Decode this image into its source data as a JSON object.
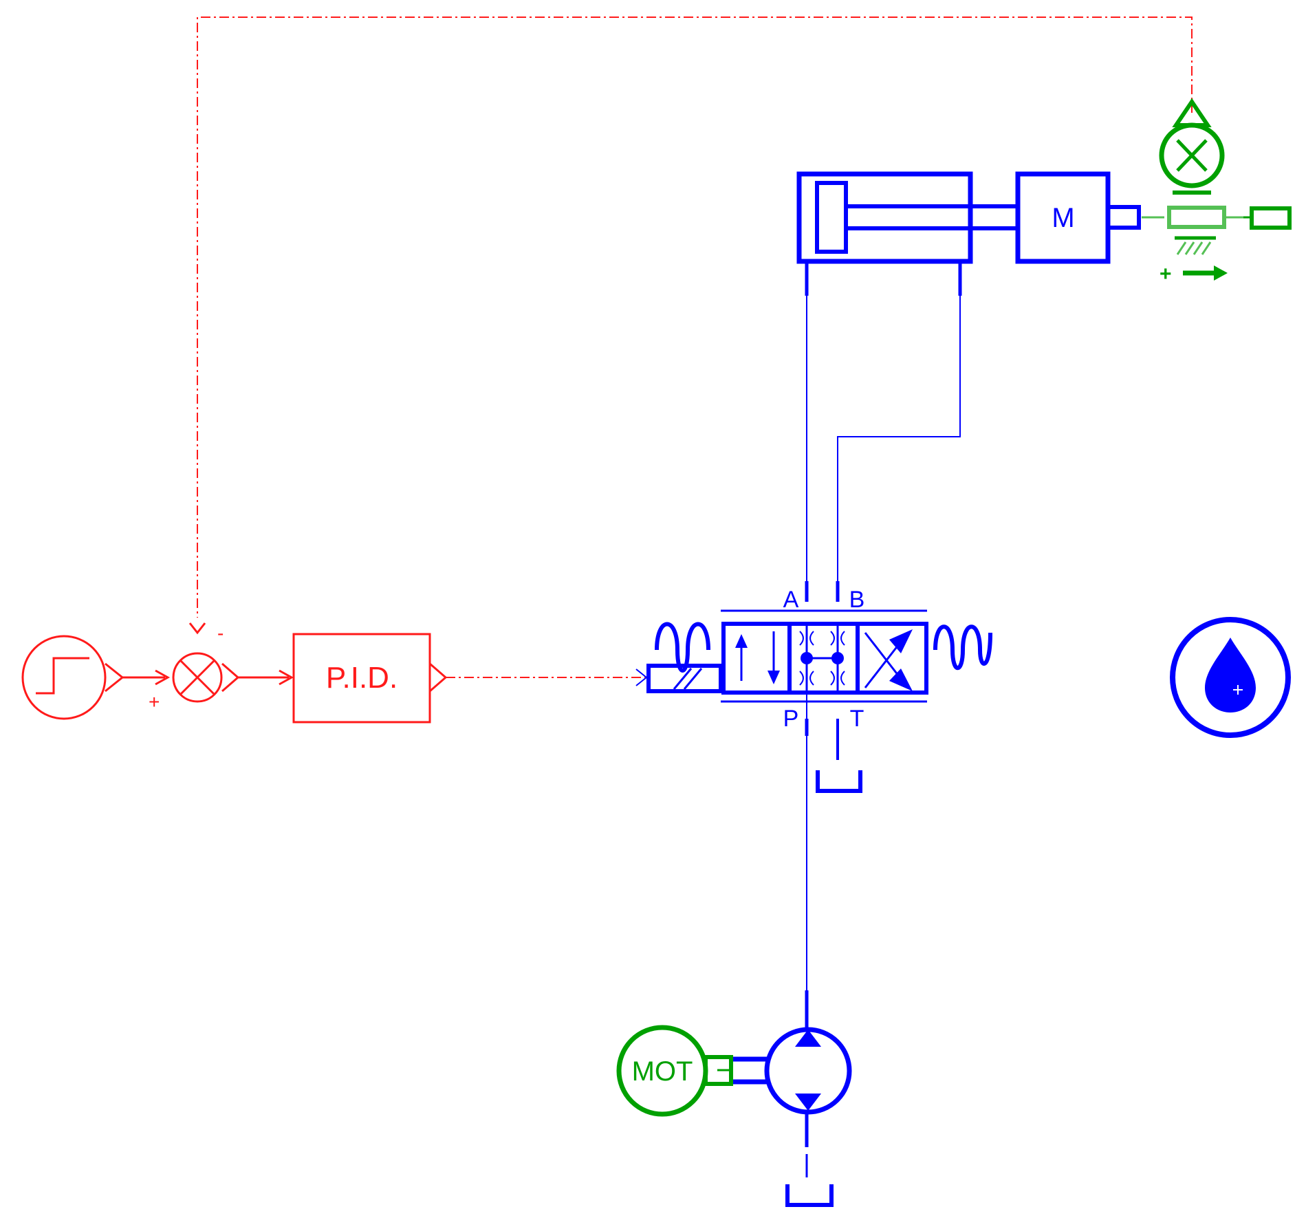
{
  "labels": {
    "pid": "P.I.D.",
    "mass": "M",
    "motor": "MOT",
    "port_a": "A",
    "port_b": "B",
    "port_p": "P",
    "port_t": "T",
    "sum_minus": "-",
    "sum_plus": "+",
    "sensor_plus": "+"
  },
  "colors": {
    "signal": "#ff1a1a",
    "hydraulic": "#0000ff",
    "mechanical": "#00a000",
    "mechanical_light": "#55c055"
  },
  "icons": {
    "step_source": "step-signal-icon",
    "summing_junction": "summing-junction-icon",
    "hydraulic_fluid": "hydraulic-fluid-drop-icon",
    "position_sensor": "position-sensor-icon",
    "tank": "tank-icon"
  }
}
